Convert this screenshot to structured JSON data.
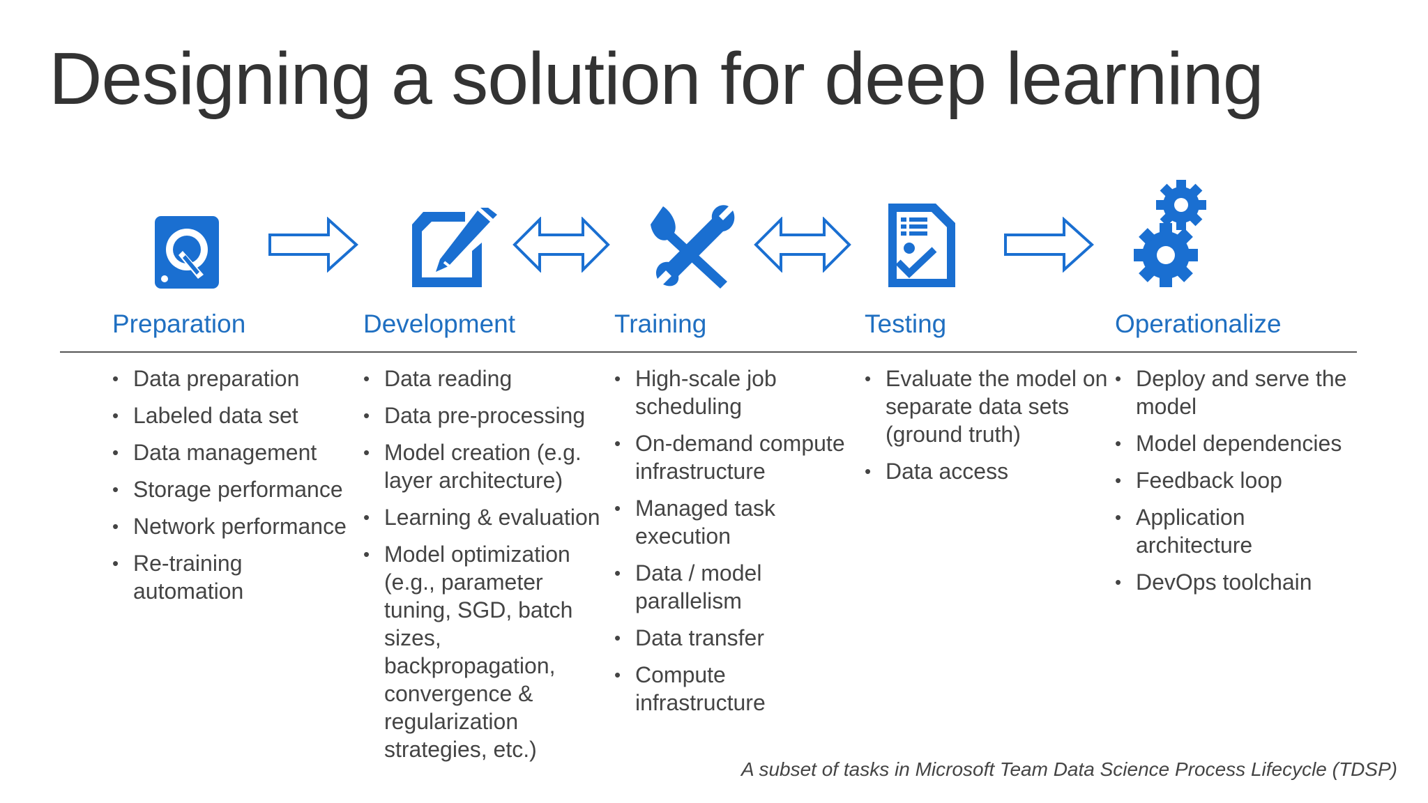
{
  "title": "Designing a solution for deep learning",
  "accent_color": "#1a6fd1",
  "stages": [
    {
      "name": "Preparation",
      "icon": "hard-disk-icon",
      "tasks": [
        "Data preparation",
        "Labeled data set",
        "Data management",
        "Storage performance",
        "Network performance",
        "Re-training automation"
      ]
    },
    {
      "name": "Development",
      "icon": "edit-document-icon",
      "tasks": [
        "Data reading",
        "Data pre-processing",
        "Model creation (e.g. layer architecture)",
        "Learning & evaluation",
        "Model optimization (e.g., parameter tuning, SGD, batch sizes, backpropagation, convergence & regularization strategies, etc.)"
      ]
    },
    {
      "name": "Training",
      "icon": "tools-icon",
      "tasks": [
        "High-scale job scheduling",
        "On-demand compute infrastructure",
        "Managed task execution",
        "Data / model parallelism",
        "Data transfer",
        "Compute infrastructure"
      ]
    },
    {
      "name": "Testing",
      "icon": "checklist-document-icon",
      "tasks": [
        "Evaluate the model on separate data sets (ground truth)",
        "Data access"
      ]
    },
    {
      "name": "Operationalize",
      "icon": "gears-icon",
      "tasks": [
        "Deploy and serve the model",
        "Model dependencies",
        "Feedback loop",
        "Application architecture",
        "DevOps toolchain"
      ]
    }
  ],
  "arrows": [
    "right-arrow-icon",
    "double-arrow-icon",
    "double-arrow-icon",
    "right-arrow-icon"
  ],
  "caption": "A subset of tasks in Microsoft Team Data Science Process Lifecycle (TDSP)"
}
